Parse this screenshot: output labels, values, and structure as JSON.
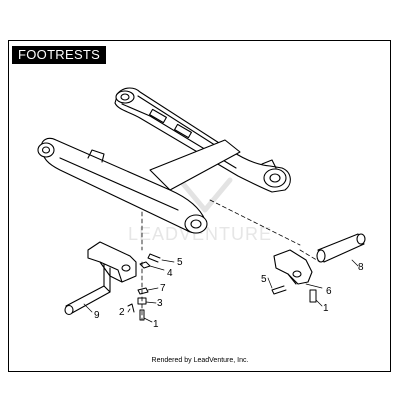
{
  "title": "FOOTRESTS",
  "watermark": "LEADVENTURE",
  "footer": "Rendered by LeadVenture, Inc.",
  "callouts": {
    "c1a": "1",
    "c1b": "1",
    "c2": "2",
    "c3": "3",
    "c4": "4",
    "c5a": "5",
    "c5b": "5",
    "c6": "6",
    "c7": "7",
    "c8": "8",
    "c9": "9"
  }
}
